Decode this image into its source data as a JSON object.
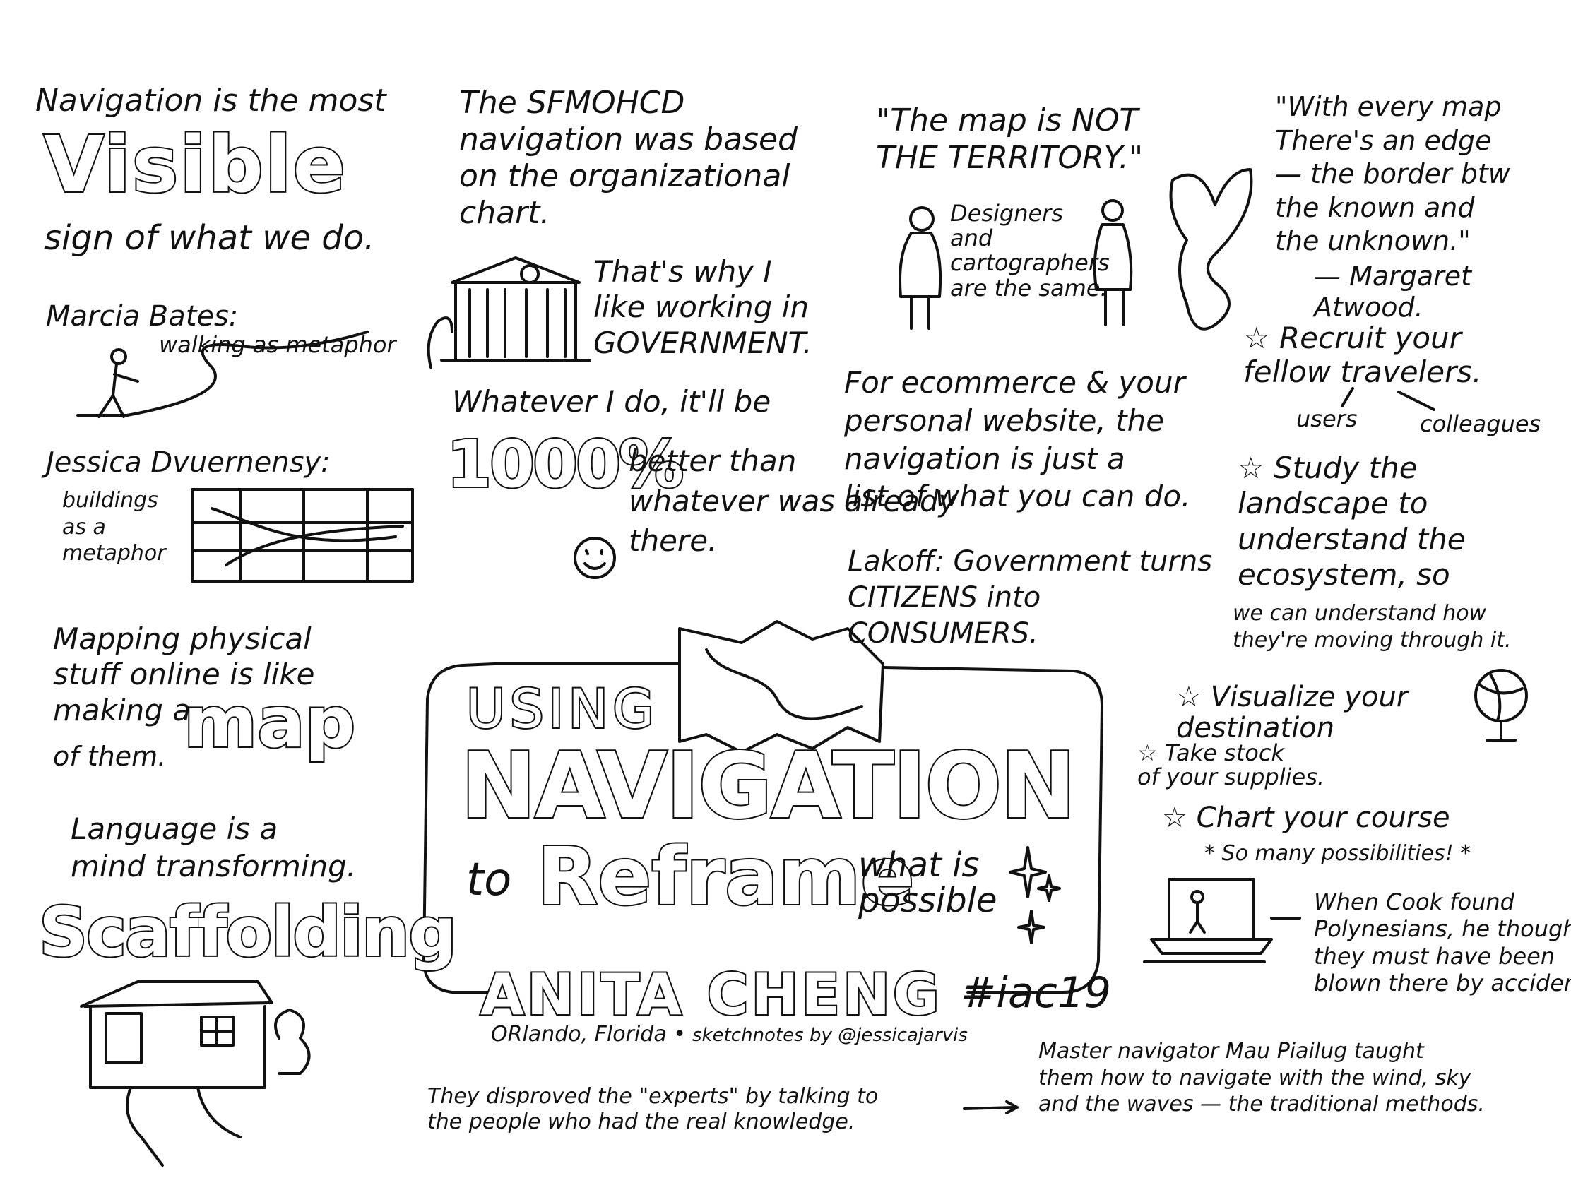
{
  "title_block": {
    "using": "USING",
    "navigation": "NAVIGATION",
    "to": "to",
    "reframe": "Reframe",
    "what_is_possible": "what is\npossible",
    "speaker": "ANITA CHENG",
    "hashtag": "#iac19",
    "location": "ORlando, Florida •",
    "credit": "sketchnotes by @jessicajarvis"
  },
  "left_column": {
    "nav_prefix": "Navigation is the most",
    "visible": "Visible",
    "nav_suffix": "sign of what we do.",
    "bates_name": "Marcia Bates:",
    "bates_note": "walking as metaphor",
    "dubberly_name": "Jessica Dvuernensy:",
    "dubberly_note": "buildings\nas a\nmetaphor",
    "mapping_text": "Mapping physical\nstuff online is like\nmaking a",
    "map_word": "map",
    "mapping_suffix": "of them.",
    "language_text": "Language is a\nmind transforming.",
    "scaffolding": "Scaffolding"
  },
  "center_column": {
    "sfmohcd": "The SFMOHCD\nnavigation was based\non the organizational\nchart.",
    "government_note": "That's why I\nlike working in\nGOVERNMENT.",
    "whatever": "Whatever I do, it'll be",
    "percent": "1000%",
    "better_than": "better than\nwhatever was already\nthere."
  },
  "right_center": {
    "map_quote": "\"The map is NOT\nTHE TERRITORY.\"",
    "designers": "Designers\nand\ncartographers\nare the same.",
    "ecommerce": "For ecommerce & your\npersonal website, the\nnavigation is just a\nlist of what you can do.",
    "lakoff": "Lakoff: Government turns\nCITIZENS into\nCONSUMERS."
  },
  "right_column": {
    "atwood_quote": "\"With every map\nThere's an edge\n— the border btw\nthe known and\nthe unknown.\"",
    "atwood_author": "— Margaret\nAtwood.",
    "recruit": "☆ Recruit your\nfellow travelers.",
    "users": "users",
    "colleagues": "colleagues",
    "study": "☆ Study the\nlandscape to\nunderstand the\necosystem, so",
    "study_tail": "we can understand how\nthey're moving through it.",
    "visualize": "☆ Visualize your\ndestination",
    "take_stock": "☆ Take stock\nof your supplies.",
    "chart": "☆ Chart your course",
    "possibilities": "* So many possibilities! *",
    "cook": "When Cook found\nPolynesians, he thought\nthey must have been\nblown there by accident."
  },
  "bottom": {
    "experts": "They disproved the \"experts\" by talking to\nthe people who had the real knowledge.",
    "piailug": "Master navigator Mau Piailug taught\nthem how to navigate with the wind, sky\nand the waves — the traditional methods."
  }
}
